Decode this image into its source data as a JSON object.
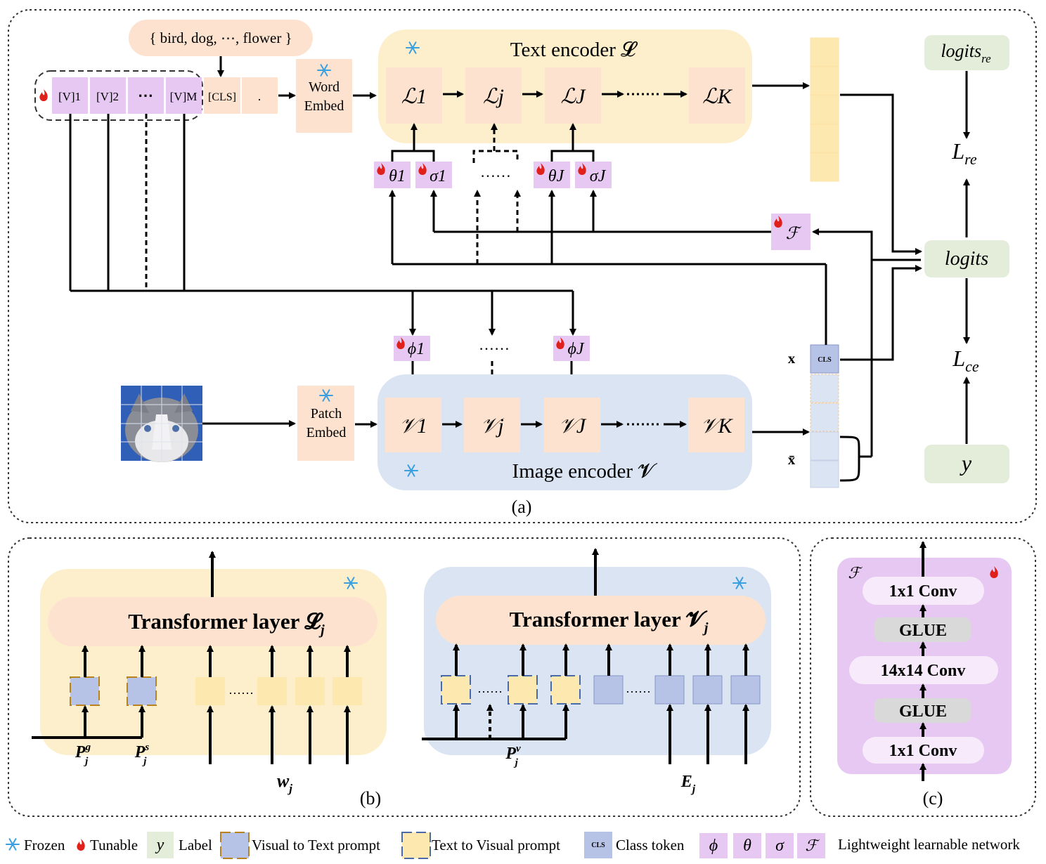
{
  "panel_a": {
    "caption": "(a)",
    "class_names": "{ bird, dog, ⋯, flower }",
    "prompt_tokens": [
      "[V]1",
      "[V]2",
      "⋯",
      "[V]M"
    ],
    "cls_token": "[CLS]",
    "dot_token": ".",
    "word_embed": [
      "Word",
      "Embed"
    ],
    "patch_embed": [
      "Patch",
      "Embed"
    ],
    "text_encoder_title": "Text encoder 𝓛",
    "image_encoder_title": "Image encoder 𝓥",
    "text_layers": [
      "ℒ1",
      "ℒj",
      "ℒJ",
      "ℒK"
    ],
    "image_layers": [
      "𝒱1",
      "𝒱j",
      "𝒱J",
      "𝒱K"
    ],
    "theta_sigma": [
      "θ1",
      "σ1",
      "θJ",
      "σJ"
    ],
    "phi": [
      "ϕ1",
      "ϕJ"
    ],
    "dots": "……",
    "f_net": "ℱ",
    "x_label": "x",
    "xbar_label": "x̄",
    "cls_small": "CLS",
    "logits_re": "logits",
    "logits_re_sub": "re",
    "logits": "logits",
    "L_re": "L",
    "L_re_sub": "re",
    "L_ce": "L",
    "L_ce_sub": "ce",
    "y": "y"
  },
  "panel_b": {
    "caption": "(b)",
    "text_transformer": "Transformer layer 𝓛",
    "text_transformer_sub": "j",
    "image_transformer": "Transformer layer 𝓥",
    "image_transformer_sub": "j",
    "p_g": "P",
    "p_g_sup": "g",
    "p_s": "P",
    "p_s_sup": "s",
    "p_v": "P",
    "p_v_sup": "v",
    "j": "j",
    "w_j": "w",
    "e_j": "E",
    "dots": "……"
  },
  "panel_c": {
    "caption": "(c)",
    "f_label": "ℱ",
    "layers": [
      "1x1 Conv",
      "GLUE",
      "14x14 Conv",
      "GLUE",
      "1x1 Conv"
    ]
  },
  "legend": {
    "frozen": "Frozen",
    "tunable": "Tunable",
    "y_sym": "y",
    "label": "Label",
    "v2t": "Visual to Text prompt",
    "t2v": "Text to Visual prompt",
    "cls": "CLS",
    "class_token": "Class token",
    "symbols": [
      "ϕ",
      "θ",
      "σ",
      "ℱ"
    ],
    "lightweight": "Lightweight learnable network"
  },
  "colors": {
    "peach": "#fde3cf",
    "orange_bg": "#fdefcc",
    "blue_bg": "#dbe4f3",
    "purple": "#e6c8f3",
    "green": "#e3edd9",
    "yellow_token": "#fde8b0",
    "blue_token": "#b7c3e6",
    "flame": "#e0201b",
    "snow": "#3aa0e0"
  }
}
